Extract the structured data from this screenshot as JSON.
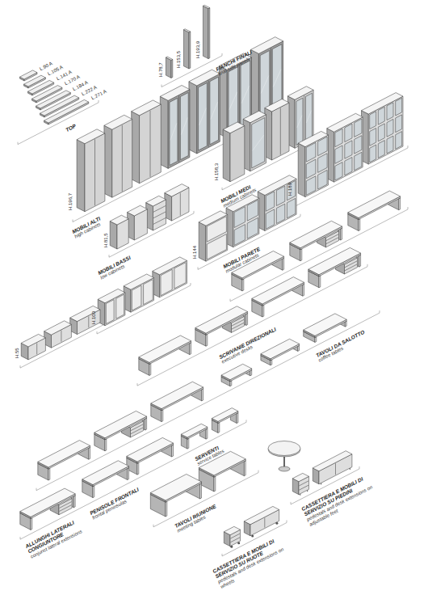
{
  "diagram": {
    "labels": [
      "L.90 A",
      "L.105 A",
      "L.141 A",
      "L.170 A",
      "L.184 A",
      "L.222 A",
      "L.271 A",
      "TOP",
      "H.78,7",
      "H.153,5",
      "H.193,9",
      "FIANCHI FINALI",
      "final side panels",
      "H.196,7",
      "MOBILI ALTI",
      "high cabinets",
      "H.158,3",
      "MOBILI MEDI",
      "medium cabinets",
      "H.189",
      "H.81,5",
      "MOBILI BASSI",
      "low cabinets",
      "H.144",
      "MOBILI PARETE",
      "modular cabinets",
      "H.100",
      "H.55",
      "SCRIVANIE DIREZIONALI",
      "executive desks",
      "TAVOLI DA SALOTTO",
      "coffee tables",
      "SERVENTI",
      "service tables",
      "PENISOLE FRONTALI",
      "frontal peninsulas",
      "ALLUNGHI LATERALI CONGIUNTORE",
      "conjunct lateral extensions",
      "TAVOLI RIUNIONE",
      "meeting tables",
      "CASSETTIERA E MOBILI DI SERVIZIO SU RUOTE",
      "pedestals and desk extensions on wheels",
      "CASSETTIERA E MOBILI DI SERVIZIO SU PIEDINI",
      "pedestals and desk extensions on adjustable feet"
    ]
  }
}
